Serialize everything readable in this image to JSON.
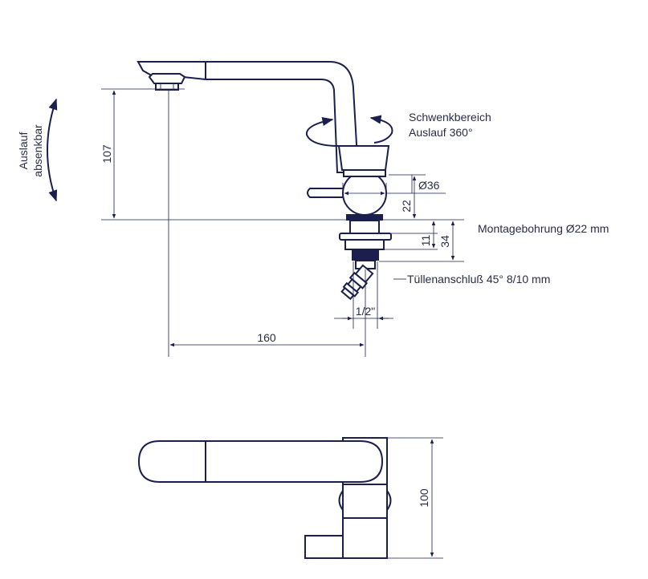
{
  "labels": {
    "swivel_line1": "Schwenkbereich",
    "swivel_line2": "Auslauf 360°",
    "spout_line1": "Auslauf",
    "spout_line2": "absenkbar",
    "mounting_hole": "Montagebohrung Ø22 mm",
    "hose_connection": "Tüllenanschluß 45° 8/10 mm"
  },
  "dimensions": {
    "height_spout": "107",
    "reach": "160",
    "diameter_body": "Ø36",
    "d22": "22",
    "d11": "11",
    "d34": "34",
    "thread": "1/2\"",
    "top_depth": "100"
  },
  "colors": {
    "line": "#1a1f4d",
    "text": "#2a2d4a"
  }
}
